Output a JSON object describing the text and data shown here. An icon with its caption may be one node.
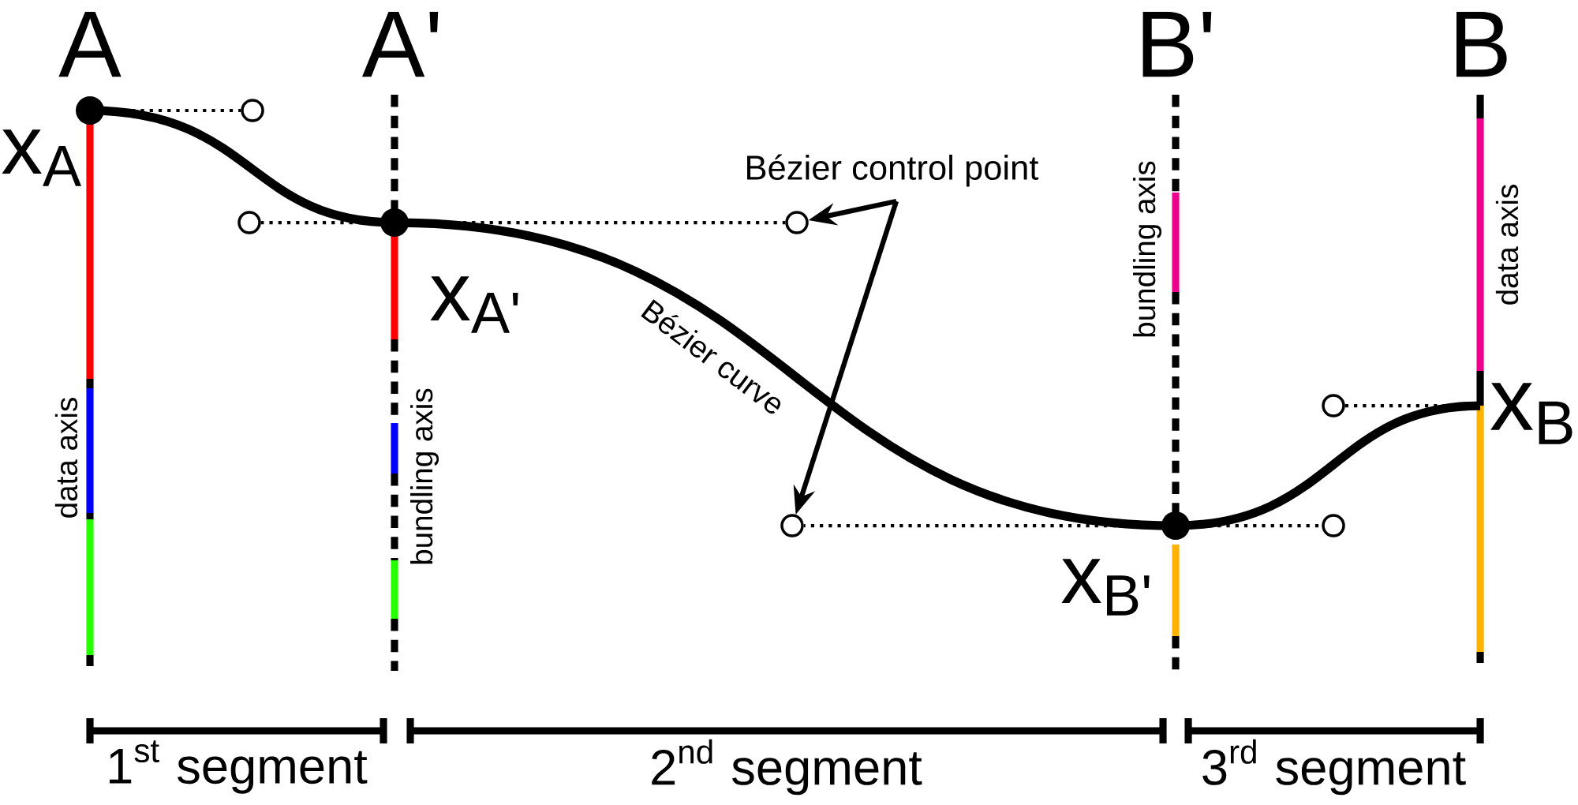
{
  "diagram": {
    "nodes": [
      {
        "text": [
          "Bézier control point"
        ]
      },
      {
        "text": [],
        "shape": "circle"
      },
      {
        "text": [],
        "shape": "circle"
      },
      {
        "text": [],
        "shape": "circle"
      },
      {
        "text": [],
        "shape": "circle"
      },
      {
        "text": [],
        "shape": "circle"
      },
      {
        "text": [],
        "shape": "circle"
      },
      {
        "text": [],
        "shape": "dot",
        "beside": [
          "x$_{A}$"
        ]
      },
      {
        "text": [],
        "shape": "dot",
        "beside": [
          "x$_{A'}$"
        ]
      },
      {
        "text": [],
        "shape": "dot",
        "beside": [
          "x$_{B'}$"
        ]
      }
    ],
    "edges": [
      {
        "from": 0,
        "to": 3,
        "arrow": "to"
      },
      {
        "from": 0,
        "to": 4,
        "arrow": "to"
      },
      {
        "from": 7,
        "to": 1,
        "arrow": "none",
        "style": "dashed"
      },
      {
        "from": 8,
        "to": 2,
        "arrow": "none",
        "style": "dashed"
      },
      {
        "from": 8,
        "to": 3,
        "arrow": "none",
        "style": "dashed"
      },
      {
        "from": 9,
        "to": 4,
        "arrow": "none",
        "style": "dashed"
      },
      {
        "from": 9,
        "to": 5,
        "arrow": "none",
        "style": "dashed"
      },
      {
        "from": 6,
        "to": null,
        "arrow": "none",
        "style": "dashed"
      }
    ],
    "labels": [
      "A",
      "A'",
      "B'",
      "B",
      "x$_{B}$",
      "data axis",
      "bundling axis",
      "bundling axis",
      "data axis",
      "Bézier curve",
      "1$^{st}$ segment",
      "2$^{nd}$ segment",
      "3$^{rd}$ segment"
    ]
  }
}
